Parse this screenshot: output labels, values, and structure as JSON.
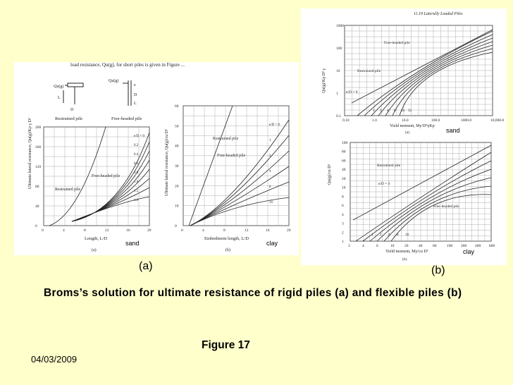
{
  "slide": {
    "date": "04/03/2009",
    "caption": "Broms’s solution for ultimate resistance of rigid piles (a) and flexible piles (b)",
    "figure_number": "Figure 17",
    "label_a": "(a)",
    "label_b": "(b)"
  },
  "left_image": {
    "top_text": "load resistance, Qu(g), for short piles is given in Figure ...",
    "restrained_pile_label": "Restrained pile",
    "free_headed_pile_label": "Free-headed pile",
    "sand_tag": "sand",
    "clay_tag": "clay",
    "chart_a": {
      "ylabel": "Ultimate lateral resistance, Qu(g)/Kp γ D³",
      "xlabel": "Length, L/D",
      "sublabel": "(a)",
      "xticks": [
        "0",
        "4",
        "8",
        "12",
        "16",
        "20"
      ],
      "yticks": [
        "0",
        "40",
        "80",
        "120",
        "160",
        "200"
      ],
      "curve_label_restrained": "Restrained pile",
      "curve_label_free": "Free-headed pile",
      "e_labels": [
        "e/D = 0",
        "0.2",
        "0.4",
        "0.6",
        "0.8",
        "1.0",
        "1.5",
        "3.0"
      ]
    },
    "chart_b": {
      "ylabel": "Ultimate lateral resistance, Qu(g)/cu D²",
      "xlabel": "Embedment length, L/D",
      "sublabel": "(b)",
      "xticks": [
        "0",
        "4",
        "8",
        "12",
        "16",
        "20"
      ],
      "yticks": [
        "0",
        "10",
        "20",
        "30",
        "40",
        "50",
        "60"
      ],
      "curve_label_restrained": "Restrained pile",
      "curve_label_free": "Free-headed pile",
      "e_labels": [
        "e/D = 0",
        "1",
        "2",
        "4",
        "8",
        "16"
      ]
    }
  },
  "right_top_image": {
    "header": "11.19  Laterally Loaded Piles",
    "ylabel": "Qu(g)/Kp D³ γ",
    "xlabel": "Yield moment, My/D⁴γKp",
    "sublabel": "(a)",
    "xticks": [
      "0.10",
      "1.0",
      "10.0",
      "100.0",
      "1000.0",
      "10,000.0"
    ],
    "yticks": [
      "0.1",
      "1",
      "10",
      "100",
      "1000"
    ],
    "restrained_label": "Restrained pile",
    "free_label": "Free-headed pile",
    "e_label": "e/D = 0",
    "series_labels": [
      "1",
      "2",
      "4",
      "8",
      "16",
      "32"
    ],
    "tag": "sand"
  },
  "right_bottom_image": {
    "ylabel": "Qu(g)/cu D²",
    "xlabel": "Yield moment, My/cu D³",
    "sublabel": "(b)",
    "xticks": [
      "3",
      "4",
      "6",
      "10",
      "20",
      "40",
      "60",
      "100",
      "200",
      "400",
      "600"
    ],
    "yticks": [
      "1",
      "2",
      "3",
      "4",
      "6",
      "8",
      "10",
      "20",
      "40",
      "60",
      "80",
      "100"
    ],
    "restrained_label": "Restrained pile",
    "free_label": "Free-headed pile",
    "e_label": "e/D = 0",
    "series_labels": [
      "1",
      "2",
      "4",
      "8",
      "16"
    ],
    "tag": "clay"
  }
}
